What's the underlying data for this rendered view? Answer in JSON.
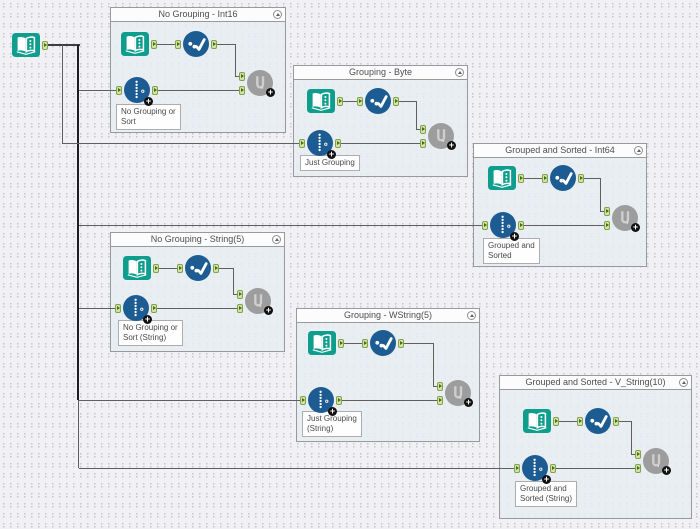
{
  "app": {
    "name": "workflow-canvas",
    "description": "Alteryx-style workflow canvas with six tool containers"
  },
  "colors": {
    "teal": "#0f9e8d",
    "tool_blue": "#1d5c92",
    "tool_gray": "#9d9d9d",
    "port_fill": "#d3e6a0",
    "port_border": "#82a04e",
    "wire": "#5f5f5f",
    "container_body": "#e5edf2",
    "container_border": "#97999c",
    "title_text": "#4d4d4d"
  },
  "main_input": {
    "tool": "input-data-tool"
  },
  "tool_names": {
    "input": "input-data-tool",
    "unique": "unique-check-tool",
    "tile": "tile-tool",
    "union": "union-tool"
  },
  "containers": [
    {
      "title": "No Grouping - Int16",
      "annotation": "No Grouping or\nSort"
    },
    {
      "title": "Grouping - Byte",
      "annotation": "Just Grouping"
    },
    {
      "title": "Grouped and Sorted - Int64",
      "annotation": "Grouped and\nSorted"
    },
    {
      "title": "No Grouping - String(5)",
      "annotation": "No Grouping or\nSort (String)"
    },
    {
      "title": "Grouping - WString(5)",
      "annotation": "Just Grouping\n(String)"
    },
    {
      "title": "Grouped and Sorted - V_String(10)",
      "annotation": "Grouped and\nSorted (String)"
    }
  ]
}
